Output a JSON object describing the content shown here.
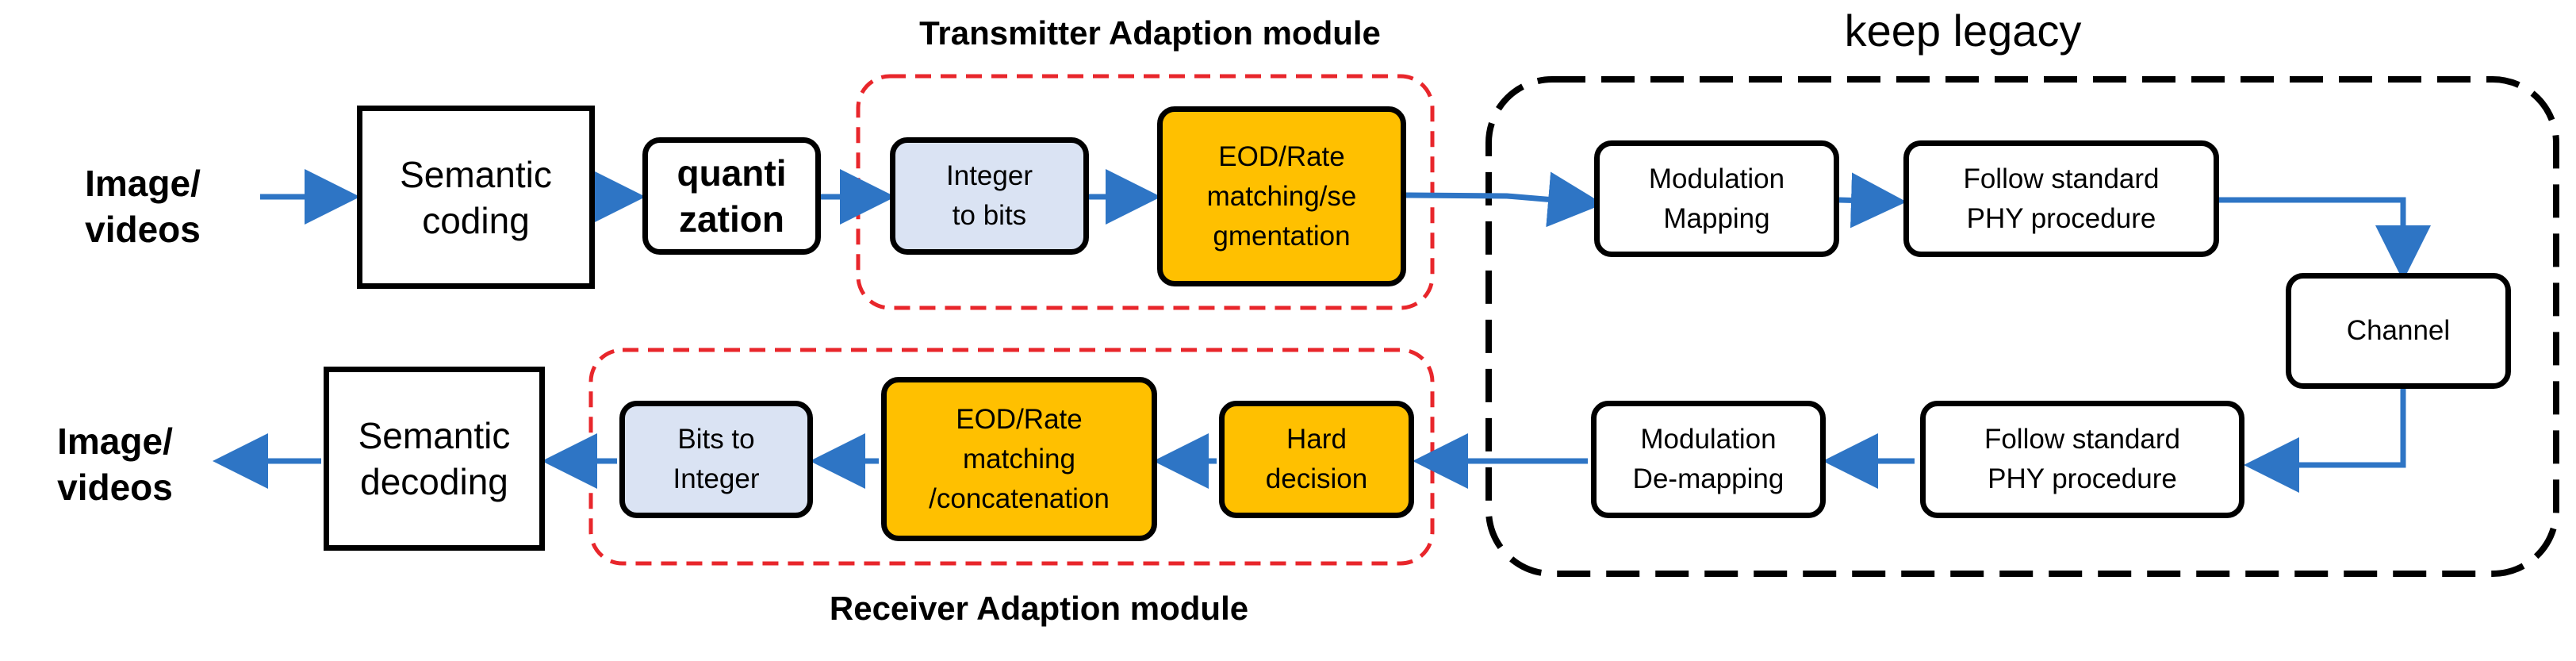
{
  "inputs": {
    "source": "Image/\nvideos",
    "sink": "Image/\nvideos"
  },
  "transmitter": {
    "semantic_coding": "Semantic\ncoding",
    "quantization": "quanti\nzation",
    "integer_to_bits": "Integer\nto bits",
    "eod_rate_matching": "EOD/Rate\nmatching/se\ngmentation",
    "module_title": "Transmitter Adaption module"
  },
  "legacy": {
    "title": "keep legacy",
    "modulation_mapping": "Modulation\nMapping",
    "tx_phy": "Follow standard\nPHY procedure",
    "channel": "Channel",
    "rx_phy": "Follow standard\nPHY procedure",
    "modulation_demapping": "Modulation\nDe-mapping"
  },
  "receiver": {
    "hard_decision": "Hard\ndecision",
    "eod_rate_matching": "EOD/Rate\nmatching\n/concatenation",
    "bits_to_integer": "Bits to\nInteger",
    "semantic_decoding": "Semantic\ndecoding",
    "module_title": "Receiver Adaption module"
  },
  "colors": {
    "arrow": "#2e75c5",
    "adaption_border": "#e8262b",
    "legacy_border": "#000000",
    "blue_fill": "#dae3f3",
    "orange_fill": "#ffc000"
  }
}
